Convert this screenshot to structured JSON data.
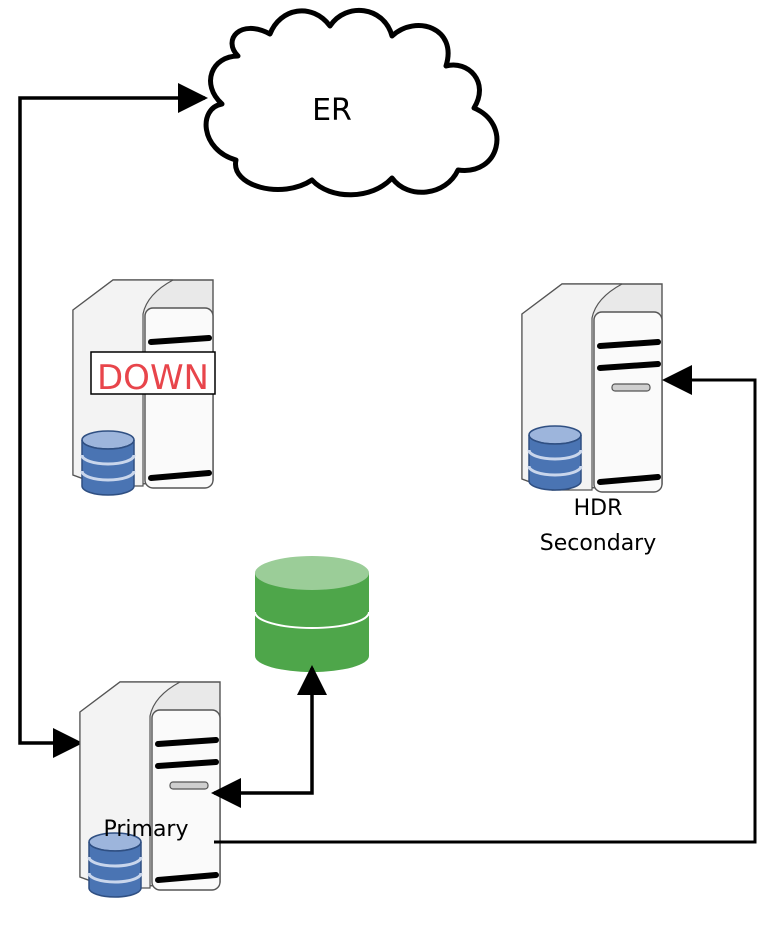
{
  "cloud": {
    "label": "ER"
  },
  "servers": {
    "down": {
      "status_label": "DOWN"
    },
    "secondary": {
      "label_line1": "HDR",
      "label_line2": "Secondary"
    },
    "primary": {
      "label": "Primary"
    }
  },
  "colors": {
    "down_text": "#e8454b",
    "storage_top": "#9bcd98",
    "storage_body": "#4ea64a",
    "db_blue": "#4a74b3",
    "db_blue_light": "#9db5dc",
    "server_body": "#f2f2f2"
  },
  "icons": {
    "cloud": "cloud-icon",
    "server": "server-icon",
    "database": "database-icon",
    "storage": "shared-storage-icon"
  }
}
